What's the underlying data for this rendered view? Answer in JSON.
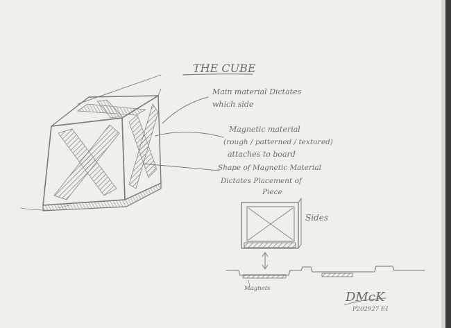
{
  "sketch": {
    "title": "THE CUBE",
    "annotations": [
      "Main material Dictates",
      "which side",
      "Magnetic material",
      "(rough / patterned / textured)",
      "attaches to board",
      "Shape of Magnetic Material",
      "Dictates Placement of",
      "Piece"
    ],
    "sides_label": "Sides",
    "magnets_label": "Magnets",
    "signature": "DMcK",
    "date_stamp": "P202927 E1"
  },
  "colors": {
    "paper": "#efefeb",
    "graphite": "#7a7a7a",
    "background": "#3a3a3a"
  }
}
